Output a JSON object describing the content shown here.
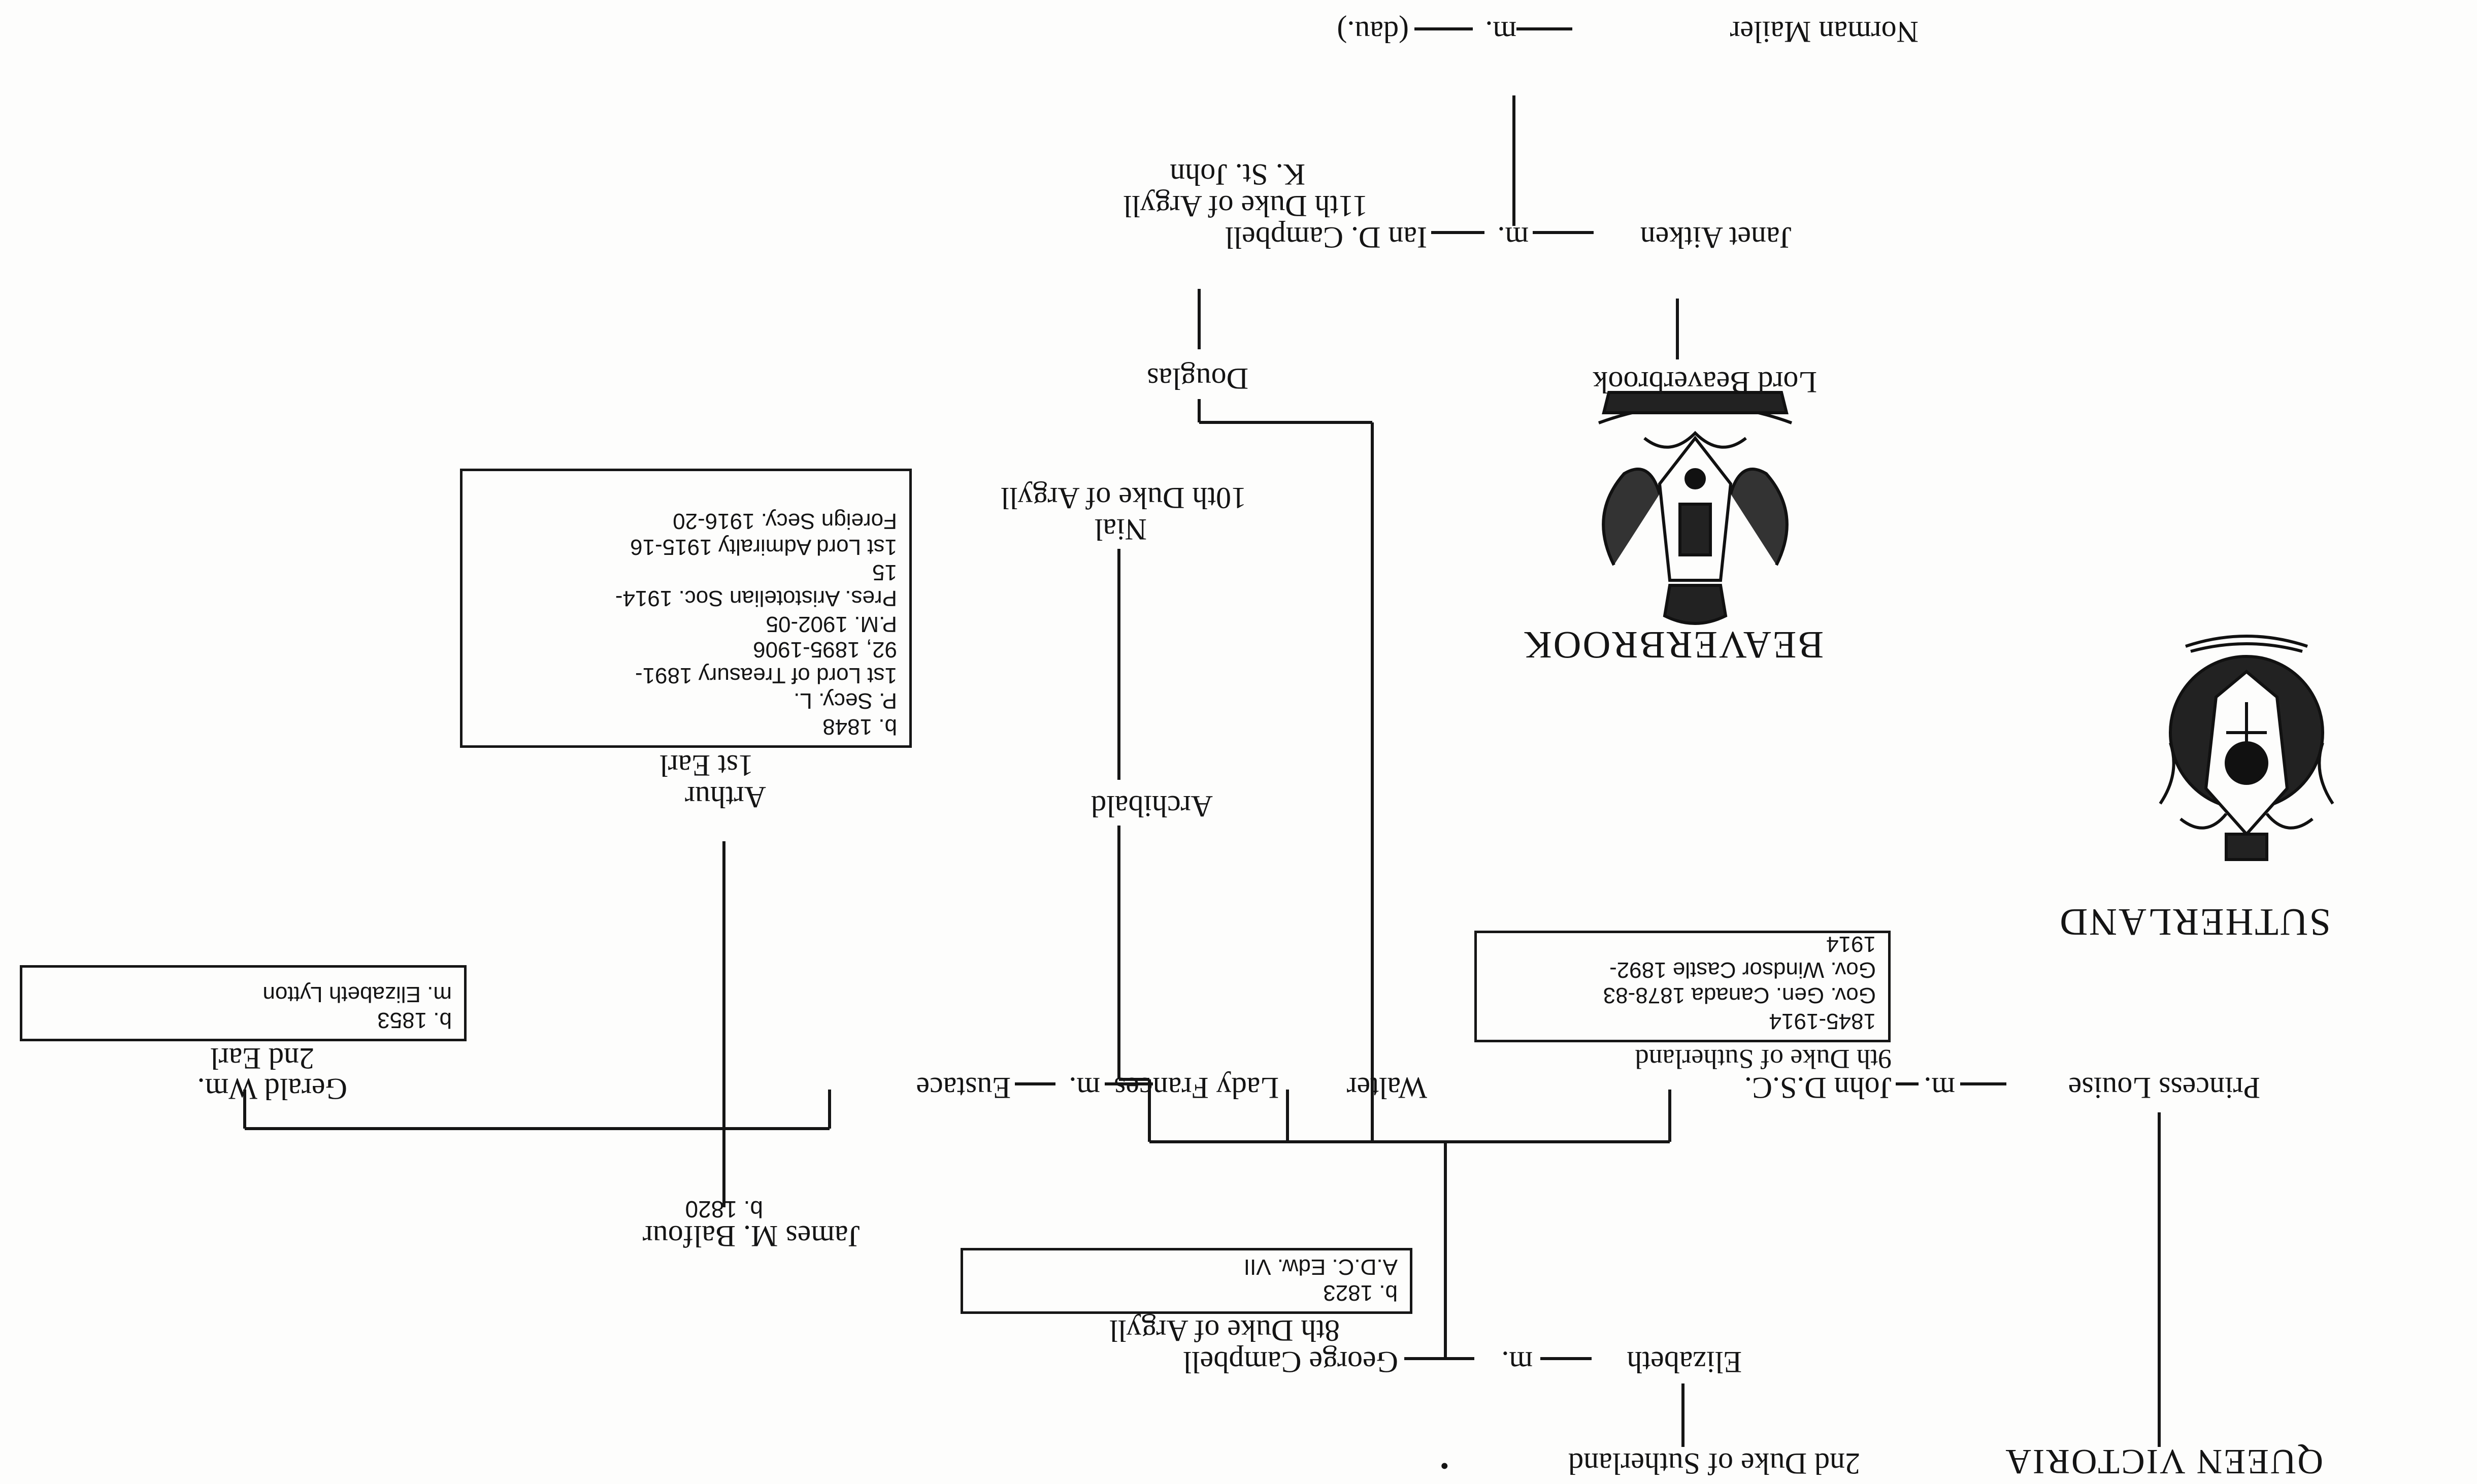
{
  "houses": {
    "sutherland": "SUTHERLAND",
    "beaverbrook": "BEAVERBROOK"
  },
  "people": {
    "queen_victoria": "QUEEN VICTORIA",
    "princess_louise": "Princess Louise",
    "john": "John D.S.C.",
    "john_title": "9th Duke of Sutherland",
    "walter": "Walter",
    "lady_frances": "Lady Frances",
    "eustace": "Eustace",
    "archibald": "Archibald",
    "nial": "Nial",
    "nial_title": "10th Duke of Argyll",
    "douglas": "Douglas",
    "ian": "Ian D. Campbell",
    "ian_title": "11th Duke of Argyll",
    "ian_sub": "K. St. John",
    "janet": "Janet Aitken",
    "lord_beaverbrook": "Lord Beaverbrook",
    "norman_mailer": "Norman Mailer",
    "dau": "(dau.)",
    "elizabeth": "Elizabeth",
    "duke_sutherland_2": "2nd Duke of Sutherland",
    "bullet": "•",
    "george": "George Campbell",
    "george_title": "8th Duke of Argyll",
    "james": "James M. Balfour",
    "james_b": "b. 1820",
    "gerald": "Gerald Wm.",
    "gerald_title": "2nd Earl",
    "arthur": "Arthur",
    "arthur_title": "1st Earl"
  },
  "marriage_mark": "m.",
  "boxes": {
    "john": [
      "1845-1914",
      "Gov. Gen. Canada 1878-83",
      "Gov. Windsor Castle 1892-",
      "1914"
    ],
    "george": [
      "b. 1823",
      "A.D.C. Edw. VII"
    ],
    "gerald": [
      "b. 1853",
      "m. Elizabeth Lytton"
    ],
    "arthur": [
      "b. 1848",
      "P. Secy. L.",
      "1st Lord of Treasury 1891-",
      "92, 1895-1906",
      "P.M. 1902-05",
      "Pres. Aristotelian Soc. 1914-",
      "15",
      "1st Lord Admiralty 1915-16",
      "Foreign Secy. 1916-20"
    ]
  },
  "crests": {
    "sutherland": "sutherland-crest",
    "beaverbrook": "beaverbrook-crest"
  }
}
